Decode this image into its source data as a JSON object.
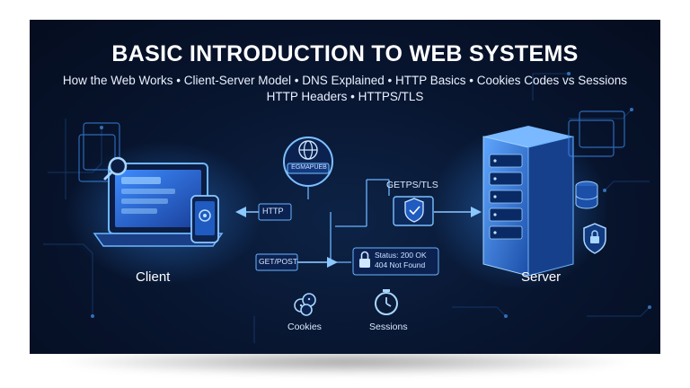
{
  "title": "BASIC INTRODUCTION TO WEB SYSTEMS",
  "subtitle_line1": "How the Web Works • Client-Server Model • DNS Explained • HTTP Basics • Cookies Codes vs Sessions",
  "subtitle_line2": "HTTP Headers • HTTPS/TLS",
  "client": {
    "label": "Client"
  },
  "server": {
    "label": "Server"
  },
  "dns": {
    "badge": "EGMAPUEB"
  },
  "arrows": {
    "https_tls": "GETPS/TLS",
    "http": "HTTP",
    "get_post": "GET/POST"
  },
  "status": {
    "line1": "Status: 200 OK",
    "line2": "404 Not Found"
  },
  "cookies": {
    "label": "Cookies"
  },
  "sessions": {
    "label": "Sessions"
  },
  "colors": {
    "background": "#081631",
    "accent": "#3aa0ff",
    "glow": "#5fb8ff"
  },
  "icons": [
    "search-icon",
    "laptop-icon",
    "phone-icon",
    "globe-icon",
    "shield-icon",
    "server-icon",
    "database-icon",
    "lock-icon",
    "cookie-icon",
    "clock-icon"
  ]
}
